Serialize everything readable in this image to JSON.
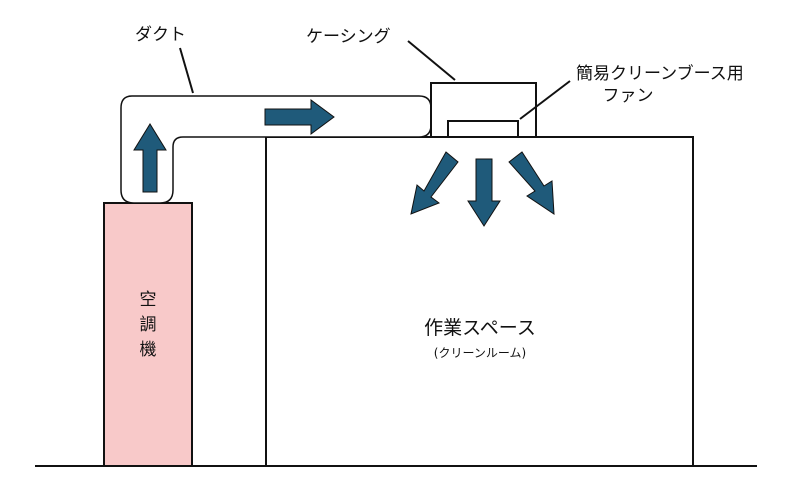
{
  "labels": {
    "duct": "ダクト",
    "casing": "ケーシング",
    "fan_line1": "簡易クリーンブース用",
    "fan_line2": "ファン",
    "aircon_char1": "空",
    "aircon_char2": "調",
    "aircon_char3": "機",
    "workspace": "作業スペース",
    "workspace_sub": "(クリーンルーム)"
  },
  "colors": {
    "arrow": "#1f5a7a",
    "aircon_fill": "#f8c9c9",
    "line": "#111111",
    "duct_fill": "#ffffff"
  }
}
